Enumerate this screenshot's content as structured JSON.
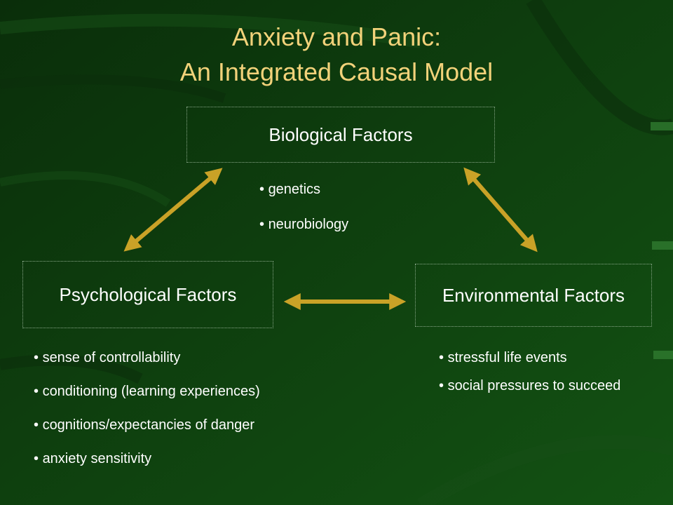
{
  "title": {
    "line1": "Anxiety and Panic:",
    "line2": "An Integrated Causal Model"
  },
  "nodes": {
    "biological": {
      "label": "Biological  Factors",
      "items": [
        "genetics",
        "neurobiology"
      ]
    },
    "psychological": {
      "label": "Psychological  Factors",
      "items": [
        "sense of controllability",
        "conditioning (learning experiences)",
        "cognitions/expectancies of danger",
        "anxiety sensitivity"
      ]
    },
    "environmental": {
      "label": "Environmental  Factors",
      "items": [
        "stressful life events",
        "social pressures to succeed"
      ]
    }
  },
  "colors": {
    "background": "#0e3a0e",
    "title": "#f2d27a",
    "arrow": "#c9a227",
    "text": "#ffffff"
  }
}
